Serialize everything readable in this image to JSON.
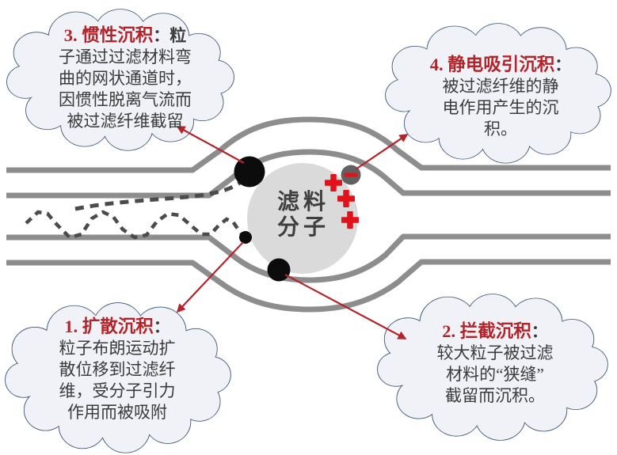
{
  "molecule": {
    "line1": "滤料",
    "line2": "分子"
  },
  "clouds": {
    "diffusion": {
      "title": "1. 扩散沉积",
      "sep": "：",
      "lines": [
        "粒子布朗运动扩",
        "散位移到过滤纤",
        "维，受分子引力",
        "作用而被吸附"
      ]
    },
    "interception": {
      "title": "2. 拦截沉积",
      "sep": "：",
      "lines": [
        "较大粒子被过滤",
        "材料的“狭缝”",
        "截留而沉积。"
      ]
    },
    "inertial": {
      "title": "3. 惯性沉积",
      "sep": "：粒",
      "lines": [
        "子通过过滤材料弯",
        "曲的网状通道时，",
        "因惯性脱离气流而",
        "被过滤纤维截留"
      ]
    },
    "electrostatic": {
      "title": "4. 静电吸引沉积",
      "sep": "：",
      "lines": [
        "被过滤纤维的静",
        "电作用产生的沉",
        "积。"
      ]
    }
  },
  "symbols": {
    "plus": "+",
    "minus": "−"
  },
  "colors": {
    "heading_red": "#b3242a",
    "arrow_red": "#b3242a",
    "charge_red": "#e0121b",
    "channel_gray": "#8d8d8d",
    "molecule_gray": "#dadada",
    "particle_black": "#0c0c0c",
    "charged_particle_gray": "#616161",
    "cloud_fill": "#f0f2f7",
    "cloud_stroke": "#3d5676",
    "body_text": "#3b3b3b"
  }
}
